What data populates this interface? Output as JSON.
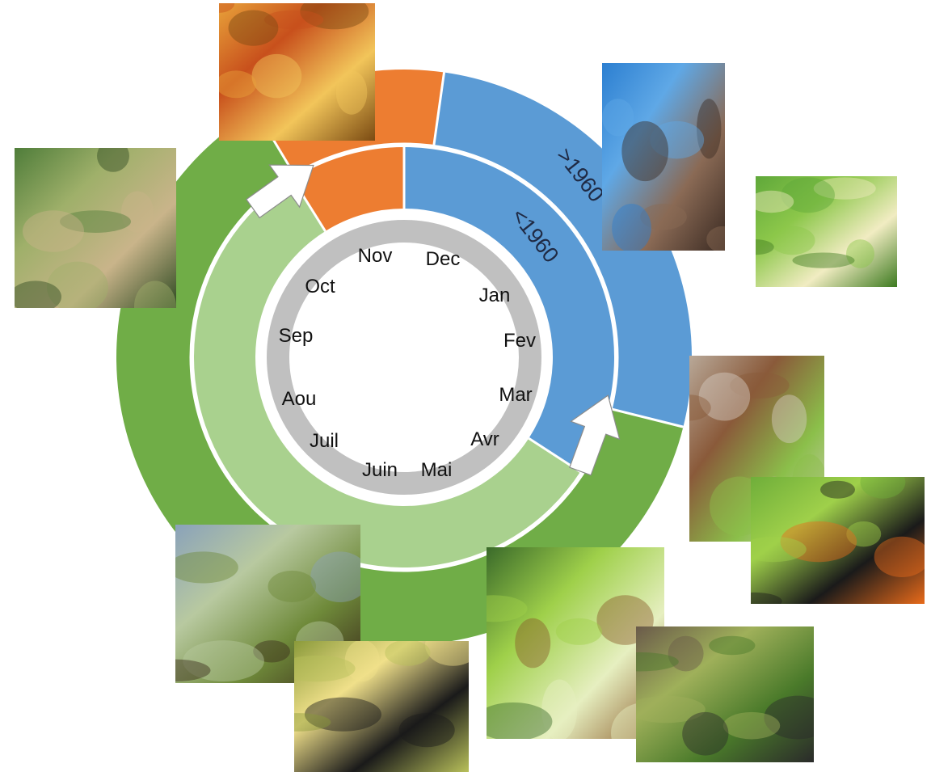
{
  "months": [
    "Nov",
    "Dec",
    "Jan",
    "Fev",
    "Mar",
    "Avr",
    "Mai",
    "Juin",
    "Juil",
    "Aou",
    "Sep",
    "Oct"
  ],
  "rings": {
    "outer_label": ">1960",
    "inner_label": "<1960"
  },
  "colors": {
    "blue": "#5b9bd5",
    "orange": "#ed7d31",
    "green_dark": "#70ad47",
    "green_light": "#a9d18e",
    "month_ring": "#c0c0c0",
    "month_ring_edge": "#a6a6a6"
  },
  "photos": [
    {
      "name": "photo-autumn-leaves",
      "subject": "orange autumn beech leaves",
      "palette": [
        "#e8a23a",
        "#c8501c",
        "#f2c55a",
        "#7a4a12"
      ]
    },
    {
      "name": "photo-winter-bud",
      "subject": "dormant beech bud on blue sky",
      "palette": [
        "#2c7fd1",
        "#5fa8e6",
        "#8a6a55",
        "#3a2a22"
      ]
    },
    {
      "name": "photo-butterfly-eggs",
      "subject": "swallowtail eggs on leaf",
      "palette": [
        "#5fa83a",
        "#8cc74a",
        "#f1ecc2",
        "#3d7a20"
      ]
    },
    {
      "name": "photo-beech-nut",
      "subject": "beech nut husk",
      "palette": [
        "#4f7d3a",
        "#9fb06a",
        "#c9b48a",
        "#2e4a22"
      ]
    },
    {
      "name": "photo-bud-burst",
      "subject": "bursting beech bud",
      "palette": [
        "#b8a898",
        "#8a5a3a",
        "#8bbf4a",
        "#d8cfc6"
      ]
    },
    {
      "name": "photo-caterpillar",
      "subject": "swallowtail caterpillar",
      "palette": [
        "#6fae3a",
        "#9fd04a",
        "#1a1a1a",
        "#e86a1a"
      ]
    },
    {
      "name": "photo-young-leaves",
      "subject": "young beech leaves",
      "palette": [
        "#8aa2ba",
        "#b8c9a0",
        "#6f8a3a",
        "#3a2a1a"
      ]
    },
    {
      "name": "photo-swallowtail",
      "subject": "swallowtail butterfly",
      "palette": [
        "#8a9a3a",
        "#f0e08a",
        "#1a1a1a",
        "#b8c05a"
      ]
    },
    {
      "name": "photo-beech-flowers",
      "subject": "beech flowers",
      "palette": [
        "#3a6a2a",
        "#9fd04a",
        "#e6efc0",
        "#8a5a2a"
      ]
    },
    {
      "name": "photo-chrysalis",
      "subject": "swallowtail chrysalis",
      "palette": [
        "#6a5a4a",
        "#9fb05a",
        "#4a7a2a",
        "#2a2a2a"
      ]
    }
  ]
}
